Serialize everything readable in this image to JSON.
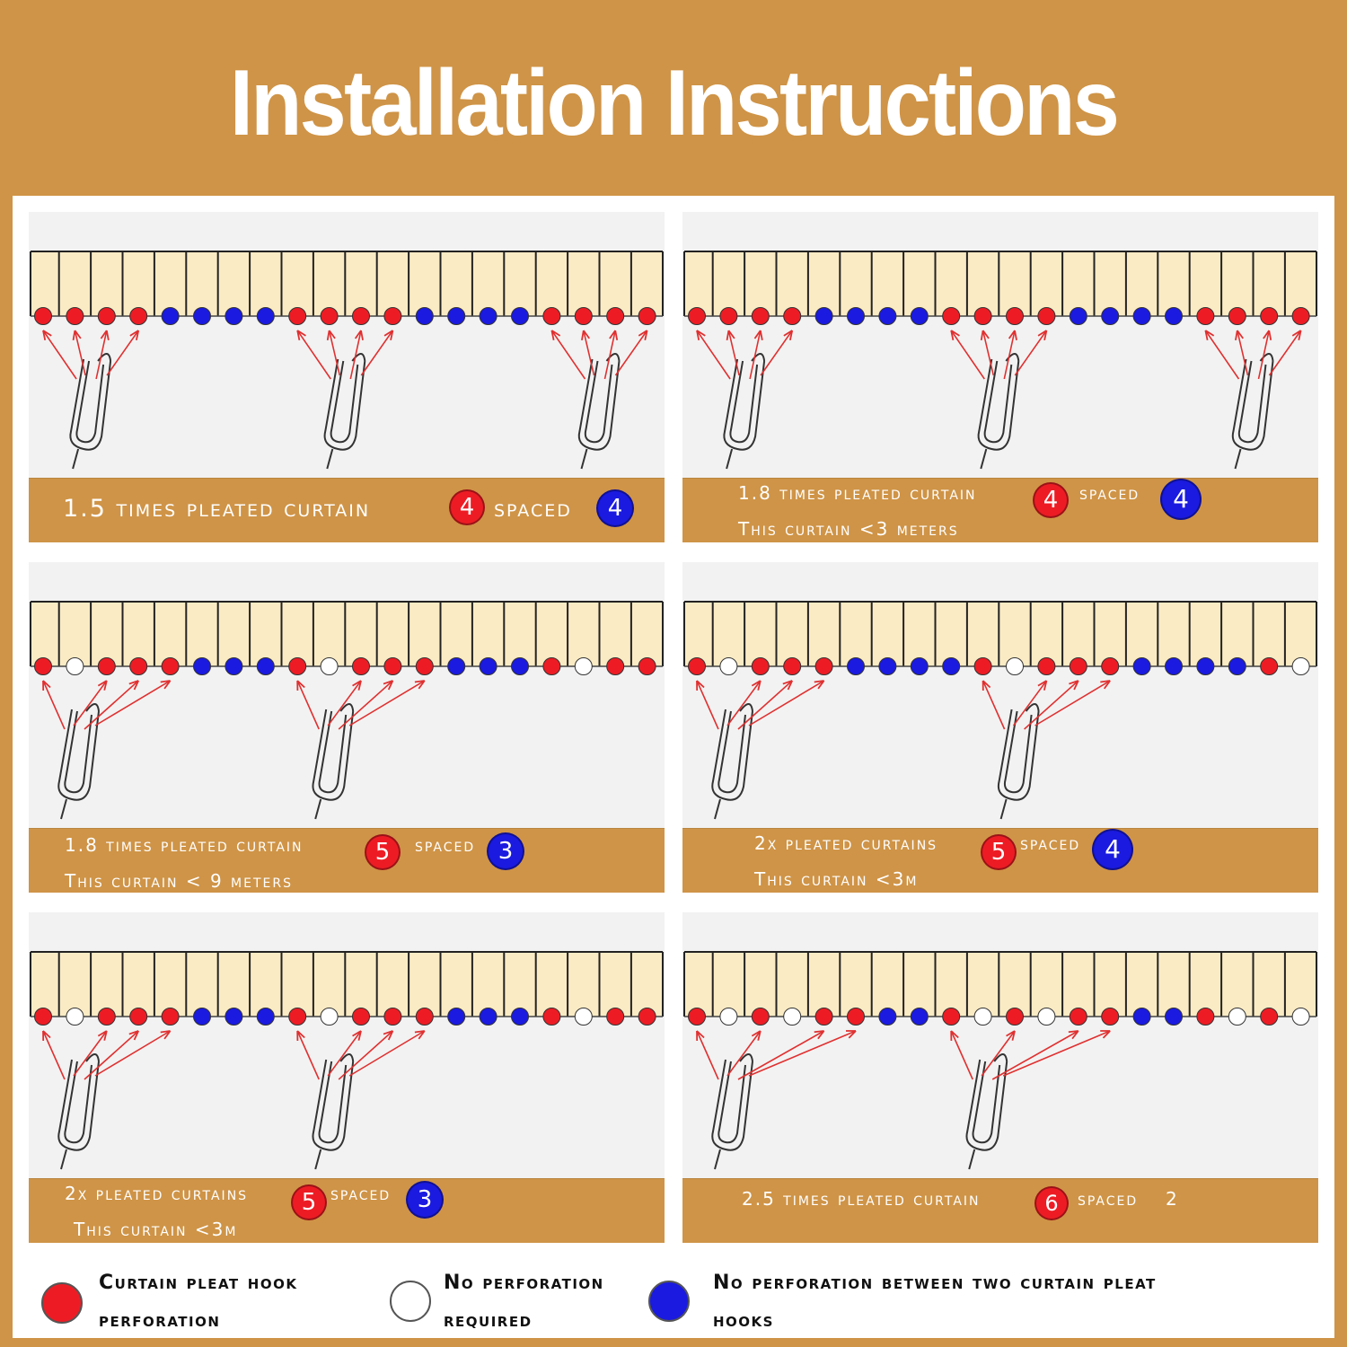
{
  "title": "Installation Instructions",
  "colors": {
    "background": "#CF9447",
    "caption_band": "#CF9447",
    "pleat_fill": "#FAEBC4",
    "hook_perforation": "#ED1C24",
    "no_perforation": "#FFFFFF",
    "no_perforation_between_hooks": "#1A1AE0",
    "arrow": "#E03030"
  },
  "panels": [
    {
      "line1_a": "1.5 times pleated curtain",
      "badge1": "4",
      "line1_b": "spaced",
      "badge2": "4",
      "line2": "",
      "dots": "RRRRBBBBRRRRBBBBRRRR",
      "hooks": [
        {
          "targets": [
            0,
            1,
            2,
            3
          ]
        },
        {
          "targets": [
            8,
            9,
            10,
            11
          ]
        },
        {
          "targets": [
            16,
            17,
            18,
            19
          ]
        }
      ]
    },
    {
      "line1_a": "1.8 times pleated curtain",
      "badge1": "4",
      "line1_b": "spaced",
      "badge2": "4",
      "line2": "This curtain <3 meters",
      "dots": "RRRRBBBBRRRRBBBBRRRR",
      "hooks": [
        {
          "targets": [
            0,
            1,
            2,
            3
          ]
        },
        {
          "targets": [
            8,
            9,
            10,
            11
          ]
        },
        {
          "targets": [
            16,
            17,
            18,
            19
          ]
        }
      ]
    },
    {
      "line1_a": "1.8 times pleated curtain",
      "badge1": "5",
      "line1_b": "spaced",
      "badge2": "3",
      "line2": "This curtain < 9 meters",
      "dots": "RWRRRBBBRWRRRBBBRWRR",
      "hooks": [
        {
          "targets": [
            0,
            2,
            3,
            4
          ]
        },
        {
          "targets": [
            8,
            10,
            11,
            12
          ]
        }
      ]
    },
    {
      "line1_a": "2x pleated curtains",
      "badge1": "5",
      "line1_b": "spaced",
      "badge2": "4",
      "line2": "This curtain <3m",
      "dots": "RWRRRBBBBRWRRRBBBBRW",
      "hooks": [
        {
          "targets": [
            0,
            2,
            3,
            4
          ]
        },
        {
          "targets": [
            9,
            11,
            12,
            13
          ]
        }
      ]
    },
    {
      "line1_a": "2x pleated curtains",
      "badge1": "5",
      "line1_b": "spaced",
      "badge2": "3",
      "line2": "This curtain <3m",
      "dots": "RWRRRBBBRWRRRBBBRWRR",
      "hooks": [
        {
          "targets": [
            0,
            2,
            3,
            4
          ]
        },
        {
          "targets": [
            8,
            10,
            11,
            12
          ]
        }
      ]
    },
    {
      "line1_a": "2.5 times pleated curtain",
      "badge1": "6",
      "line1_b": "spaced",
      "badge2": "2",
      "line2": "",
      "dots": "RWRWRRBBRWRWRRBBRWRW",
      "hooks": [
        {
          "targets": [
            0,
            2,
            4,
            5
          ]
        },
        {
          "targets": [
            8,
            10,
            12,
            13
          ]
        }
      ]
    }
  ],
  "legend": [
    {
      "color": "red",
      "line1": "Curtain pleat hook",
      "line2": "perforation"
    },
    {
      "color": "white",
      "line1": "No perforation",
      "line2": "required"
    },
    {
      "color": "blue",
      "line1": "No perforation between two curtain pleat",
      "line2": "hooks"
    }
  ]
}
